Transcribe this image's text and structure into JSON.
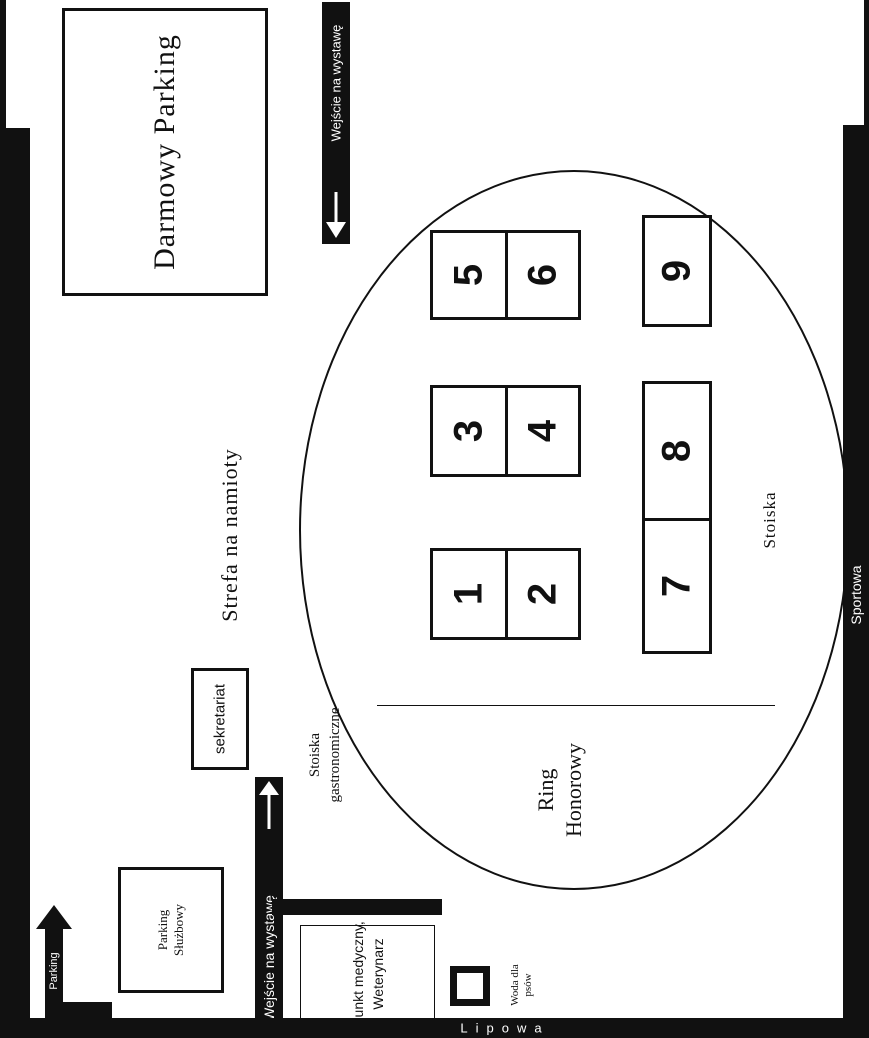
{
  "map": {
    "free_parking": "Darmowy Parking",
    "tent_zone": "Strefa na namioty",
    "secretariat": "sekretariat",
    "food_stalls_line1": "Stoiska",
    "food_stalls_line2": "gastronomiczne",
    "honor_ring_line1": "Ring",
    "honor_ring_line2": "Honorowy",
    "stalls": "Stoiska",
    "entrance_top": "Wejście na wystawę",
    "entrance_bottom": "Wejście na wystawę",
    "service_parking_line1": "Parking",
    "service_parking_line2": "Służbowy",
    "parking_arrow": "Parking",
    "medical_line1": "Punkt medyczny,",
    "medical_line2": "Weterynarz",
    "water_line1": "Woda dla",
    "water_line2": "psów",
    "street_bottom": "Lipowa",
    "street_right": "Sportowa",
    "rings": [
      "1",
      "2",
      "3",
      "4",
      "5",
      "6",
      "7",
      "8",
      "9"
    ]
  },
  "colors": {
    "ink": "#111111",
    "background": "#ffffff"
  }
}
